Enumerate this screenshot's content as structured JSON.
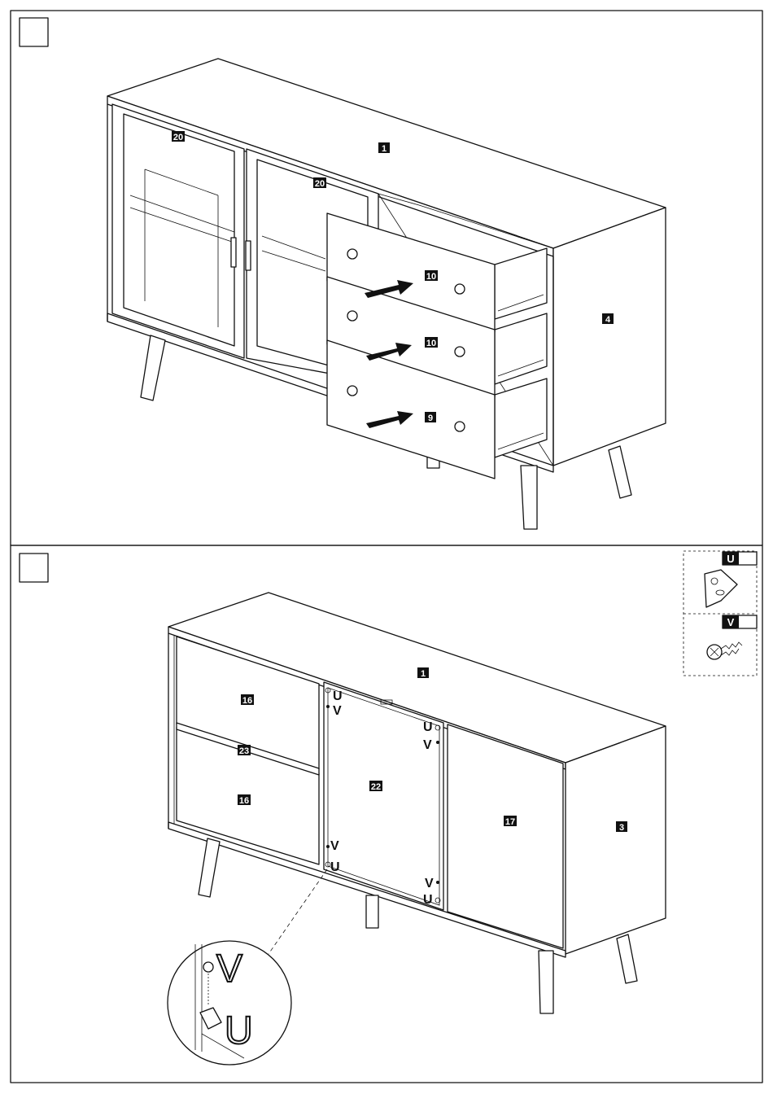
{
  "step1": {
    "labels": {
      "top_panel": "1",
      "side_panel": "4",
      "glass_door_left": "20",
      "glass_door_right": "20",
      "drawer_top": "10",
      "drawer_middle": "10",
      "drawer_bottom": "9"
    }
  },
  "step2": {
    "labels": {
      "top_panel": "1",
      "side_panel": "3",
      "drawer_front_upper": "16",
      "drawer_front_lower": "16",
      "divider": "23",
      "back_panel": "22",
      "right_door": "17"
    },
    "hardware_legend": [
      {
        "letter": "U",
        "icon": "bracket-icon"
      },
      {
        "letter": "V",
        "icon": "screw-icon"
      }
    ],
    "callouts": {
      "u": "U",
      "v": "V"
    }
  },
  "colors": {
    "line": "#111111",
    "background": "#ffffff"
  }
}
